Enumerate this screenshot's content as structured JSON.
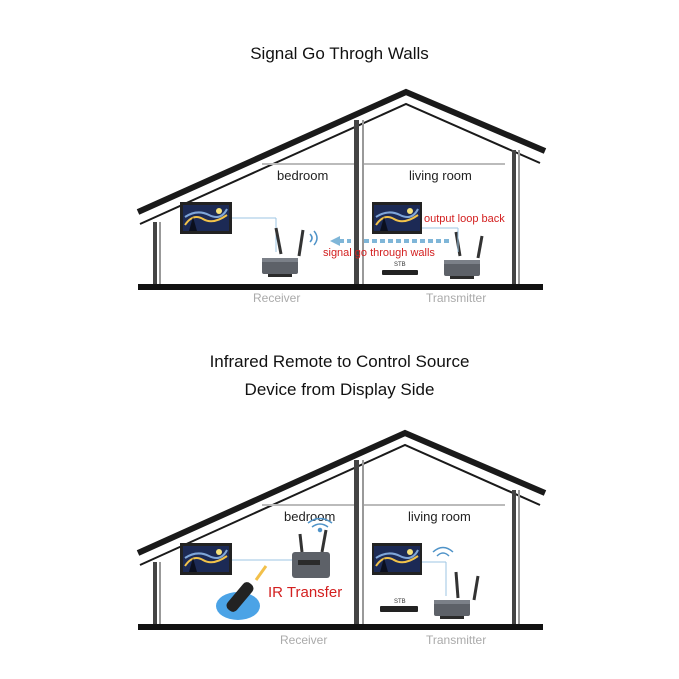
{
  "section1": {
    "title": "Signal Go Throgh Walls",
    "bedroom": "bedroom",
    "living_room": "living room",
    "output_loop": "output loop back",
    "signal_walls": "signal go through walls",
    "stb": "STB",
    "receiver": "Receiver",
    "transmitter": "Transmitter"
  },
  "section2": {
    "title_line1": "Infrared Remote to Control Source",
    "title_line2": "Device from Display Side",
    "bedroom": "bedroom",
    "living_room": "living room",
    "ir_transfer": "IR Transfer",
    "stb": "STB",
    "receiver": "Receiver",
    "transmitter": "Transmitter"
  },
  "colors": {
    "roof": "#1a1a1a",
    "accent_red": "#d32020",
    "signal_blue": "#7fb6d8",
    "caption_gray": "#aaaaaa"
  }
}
